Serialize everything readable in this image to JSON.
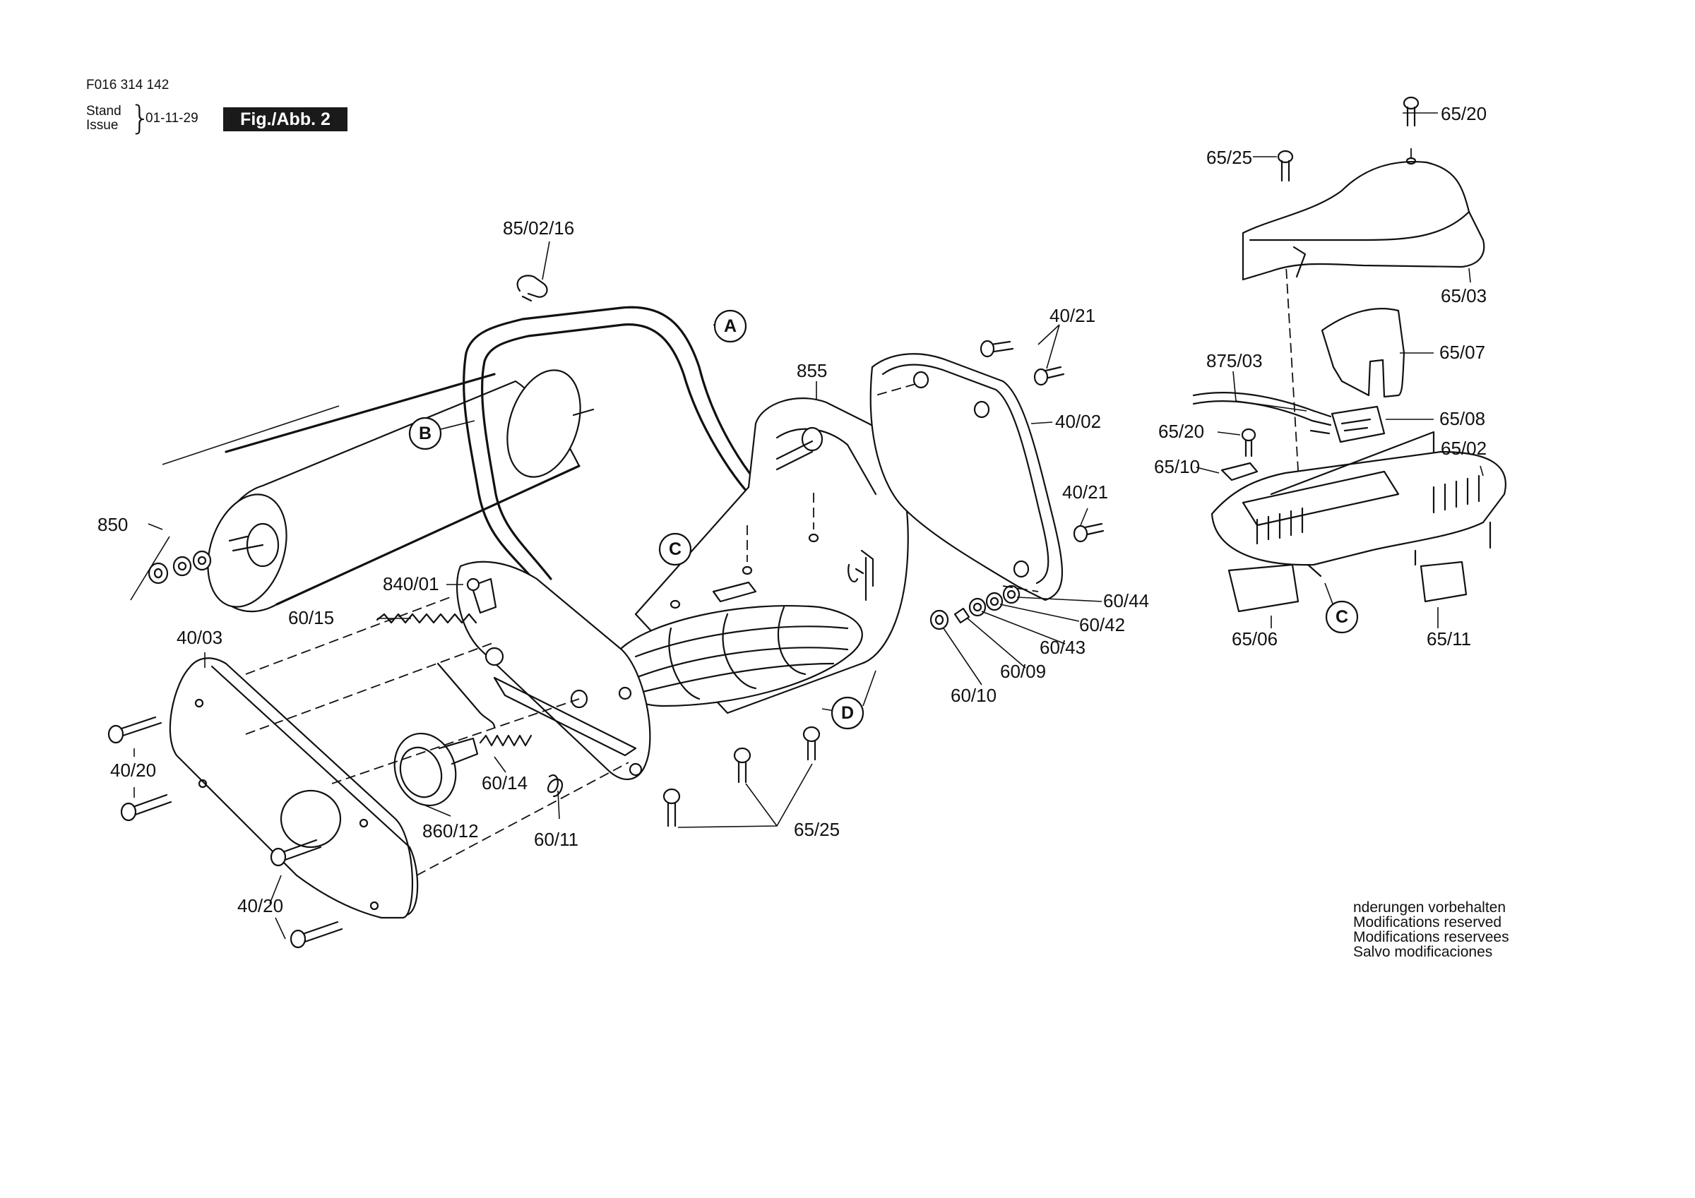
{
  "header": {
    "doc_code": "F016 314 142",
    "stand_label": "Stand",
    "issue_label": "Issue",
    "issue_date": "01-11-29",
    "figure_label": "Fig./Abb. 2"
  },
  "callouts": {
    "c_85_02_16": "85/02/16",
    "c_855": "855",
    "c_40_21_top": "40/21",
    "c_40_02": "40/02",
    "c_40_21_mid": "40/21",
    "c_850": "850",
    "c_840_01": "840/01",
    "c_60_15": "60/15",
    "c_40_03": "40/03",
    "c_40_20_left": "40/20",
    "c_40_20_bottom": "40/20",
    "c_60_14": "60/14",
    "c_860_12": "860/12",
    "c_60_11": "60/11",
    "c_65_25_bottom": "65/25",
    "c_60_44": "60/44",
    "c_60_42": "60/42",
    "c_60_43": "60/43",
    "c_60_09": "60/09",
    "c_60_10": "60/10",
    "c_65_20_top": "65/20",
    "c_65_25_top": "65/25",
    "c_65_03": "65/03",
    "c_65_07": "65/07",
    "c_875_03": "875/03",
    "c_65_08": "65/08",
    "c_65_20_mid": "65/20",
    "c_65_10": "65/10",
    "c_65_02": "65/02",
    "c_65_06": "65/06",
    "c_65_11": "65/11"
  },
  "markers": {
    "a": "A",
    "b": "B",
    "c_left": "C",
    "c_right": "C",
    "d": "D"
  },
  "notice": {
    "line1": "nderungen vorbehalten",
    "line2": "Modifications reserved",
    "line3": "Modifications reservees",
    "line4": "Salvo modificaciones"
  }
}
